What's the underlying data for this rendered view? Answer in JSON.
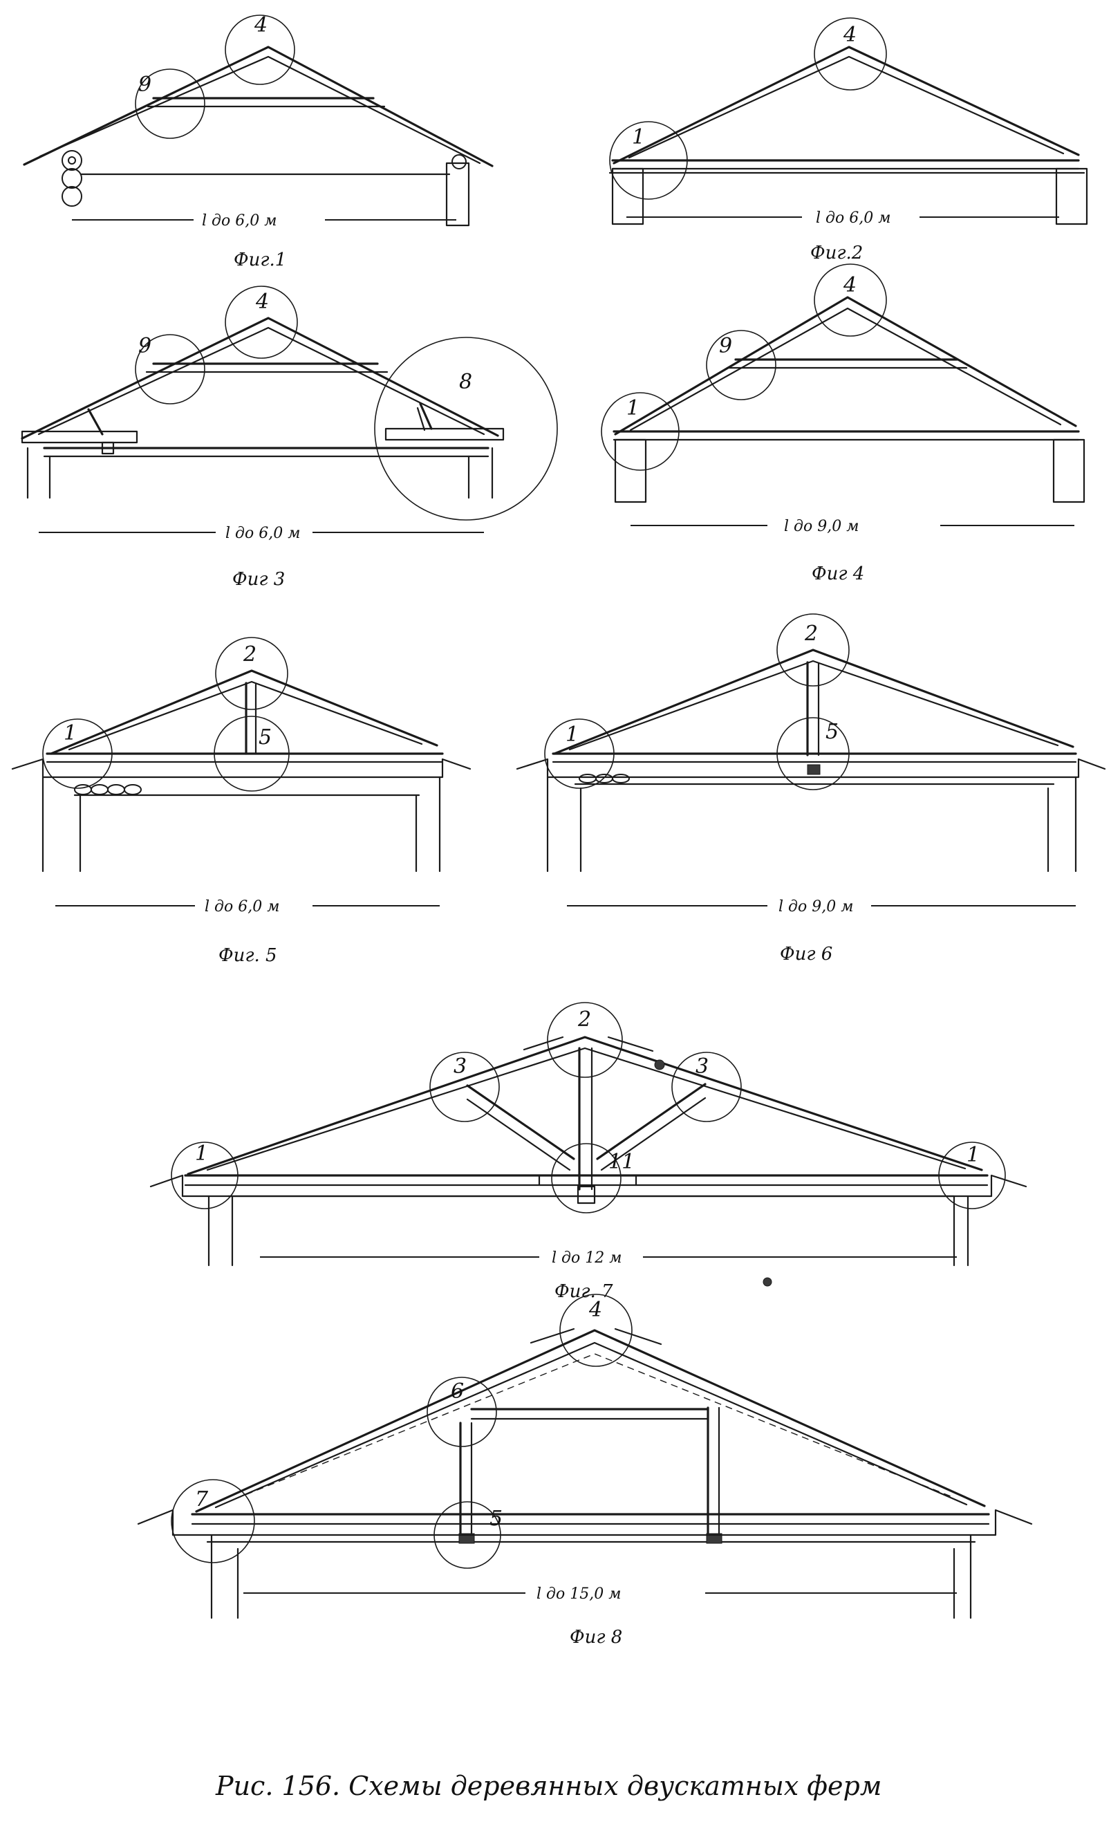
{
  "caption": "Рис. 156. Схемы деревянных двускатных ферм",
  "figures": [
    {
      "id": "fig1",
      "caption": "Фиг.1",
      "span_label": "l до 6,0 м",
      "nodes": [
        "9",
        "4"
      ]
    },
    {
      "id": "fig2",
      "caption": "Фиг.2",
      "span_label": "l до 6,0 м",
      "nodes": [
        "1",
        "4"
      ]
    },
    {
      "id": "fig3",
      "caption": "Фиг 3",
      "span_label": "l до 6,0 м",
      "nodes": [
        "9",
        "4",
        "8"
      ]
    },
    {
      "id": "fig4",
      "caption": "Фиг 4",
      "span_label": "l до 9,0 м",
      "nodes": [
        "1",
        "9",
        "4"
      ]
    },
    {
      "id": "fig5",
      "caption": "Фиг. 5",
      "span_label": "l до 6,0 м",
      "nodes": [
        "1",
        "2",
        "5"
      ]
    },
    {
      "id": "fig6",
      "caption": "Фиг 6",
      "span_label": "l до 9,0 м",
      "nodes": [
        "1",
        "2",
        "5"
      ]
    },
    {
      "id": "fig7",
      "caption": "Фиг. 7",
      "span_label": "l до 12 м",
      "nodes": [
        "1",
        "3",
        "2",
        "3",
        "11",
        "1"
      ]
    },
    {
      "id": "fig8",
      "caption": "Фиг 8",
      "span_label": "l до 15,0 м",
      "nodes": [
        "7",
        "6",
        "4",
        "5"
      ]
    }
  ]
}
